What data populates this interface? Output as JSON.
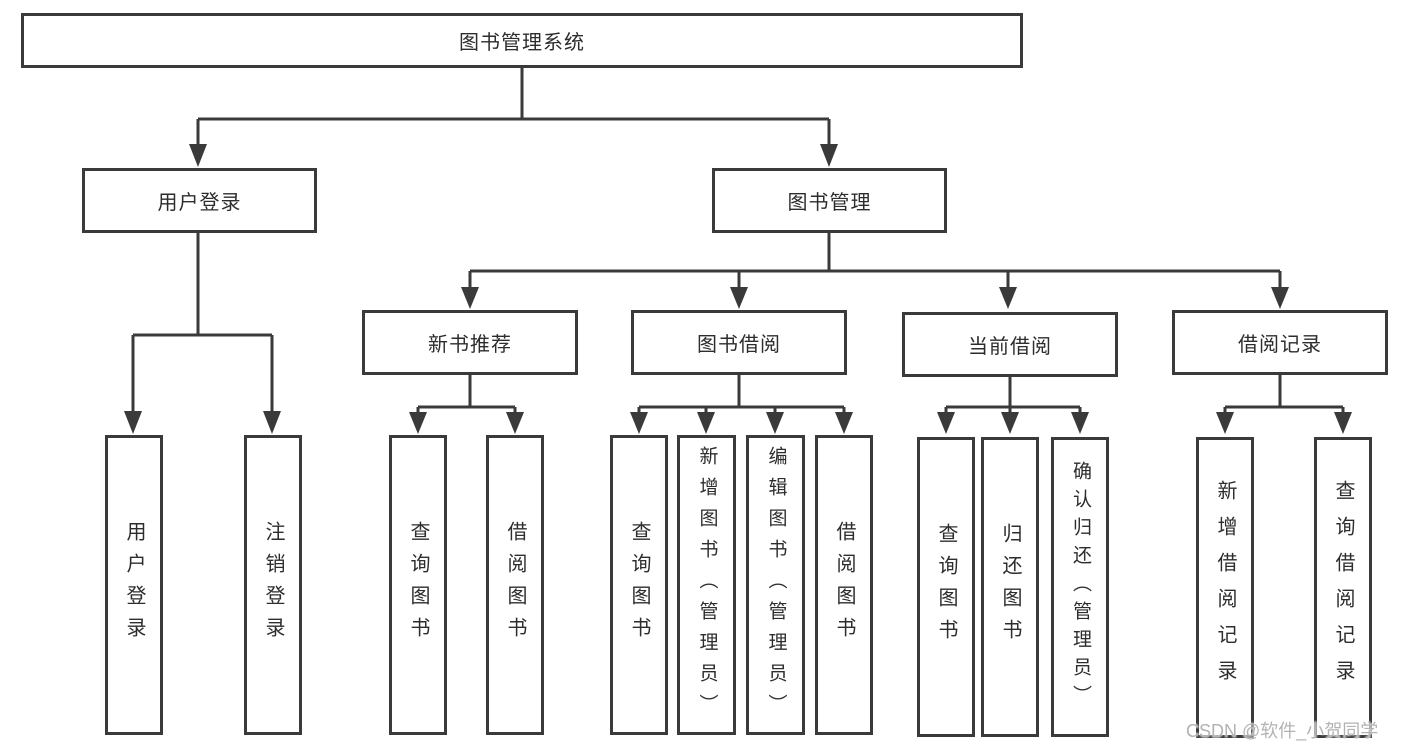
{
  "diagram": {
    "title": "图书管理系统",
    "root": {
      "label": "图书管理系统"
    },
    "level2": [
      {
        "label": "用户登录"
      },
      {
        "label": "图书管理"
      }
    ],
    "level3": [
      {
        "label": "新书推荐",
        "parent": "图书管理"
      },
      {
        "label": "图书借阅",
        "parent": "图书管理"
      },
      {
        "label": "当前借阅",
        "parent": "图书管理"
      },
      {
        "label": "借阅记录",
        "parent": "图书管理"
      }
    ],
    "leaves": [
      {
        "label": "用户登录",
        "parent": "用户登录"
      },
      {
        "label": "注销登录",
        "parent": "用户登录"
      },
      {
        "label": "查询图书",
        "parent": "新书推荐"
      },
      {
        "label": "借阅图书",
        "parent": "新书推荐"
      },
      {
        "label": "查询图书",
        "parent": "图书借阅"
      },
      {
        "label": "新增图书（管理员）",
        "parent": "图书借阅"
      },
      {
        "label": "编辑图书（管理员）",
        "parent": "图书借阅"
      },
      {
        "label": "借阅图书",
        "parent": "图书借阅"
      },
      {
        "label": "查询图书",
        "parent": "当前借阅"
      },
      {
        "label": "归还图书",
        "parent": "当前借阅"
      },
      {
        "label": "确认归还（管理员）",
        "parent": "当前借阅"
      },
      {
        "label": "新增借阅记录",
        "parent": "借阅记录"
      },
      {
        "label": "查询借阅记录",
        "parent": "借阅记录"
      }
    ]
  },
  "watermark": {
    "text": "CSDN @软件_小贺同学"
  },
  "colors": {
    "line": "#3a3a3a",
    "text": "#2d2d2d",
    "background": "#ffffff",
    "watermark": "#b3b3b3"
  }
}
